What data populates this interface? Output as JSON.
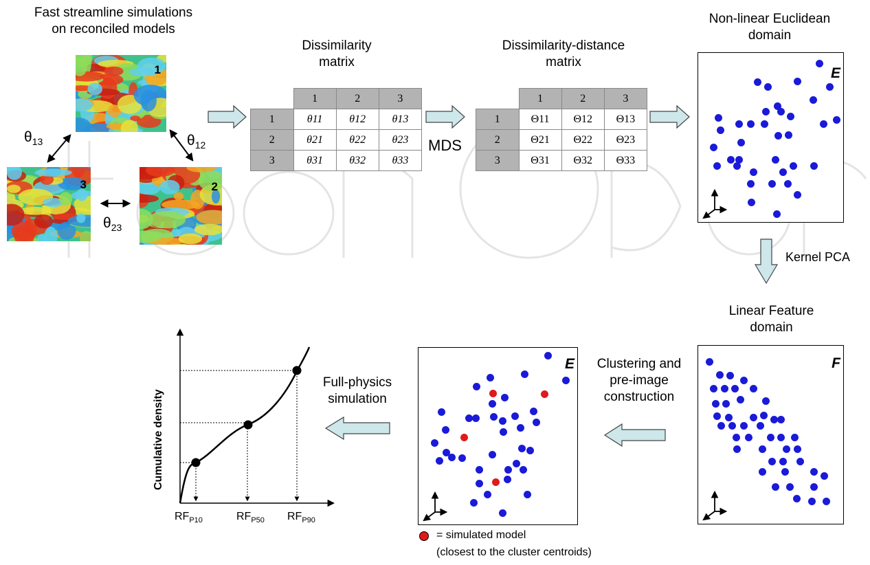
{
  "colors": {
    "dot_blue": "#1a1ad8",
    "dot_red": "#e01a1a",
    "arrow_fill": "#cde7ea",
    "arrow_stroke": "#444"
  },
  "title_sim": [
    "Fast streamline simulations",
    "on reconciled models"
  ],
  "maps": [
    {
      "num": "1"
    },
    {
      "num": "2"
    },
    {
      "num": "3"
    }
  ],
  "theta_labels": {
    "t13": "θ",
    "t13_sub": "13",
    "t12": "θ",
    "t12_sub": "12",
    "t23": "θ",
    "t23_sub": "23"
  },
  "dissimilarity": {
    "title": [
      "Dissimilarity",
      "matrix"
    ],
    "col_headers": [
      "1",
      "2",
      "3"
    ],
    "row_headers": [
      "1",
      "2",
      "3"
    ],
    "cells": [
      [
        "θ11",
        "θ12",
        "θ13"
      ],
      [
        "θ21",
        "θ22",
        "θ23"
      ],
      [
        "θ31",
        "θ32",
        "θ33"
      ]
    ]
  },
  "mds_label": "MDS",
  "distance": {
    "title": [
      "Dissimilarity-distance",
      "matrix"
    ],
    "col_headers": [
      "1",
      "2",
      "3"
    ],
    "row_headers": [
      "1",
      "2",
      "3"
    ],
    "cells": [
      [
        "Θ11",
        "Θ12",
        "Θ13"
      ],
      [
        "Θ21",
        "Θ22",
        "Θ23"
      ],
      [
        "Θ31",
        "Θ32",
        "Θ33"
      ]
    ]
  },
  "euclidean": {
    "title": [
      "Non-linear Euclidean",
      "domain"
    ],
    "corner": "E"
  },
  "kernel_pca": "Kernel PCA",
  "feature": {
    "title": [
      "Linear Feature",
      "domain"
    ],
    "corner": "F"
  },
  "clustering": [
    "Clustering and",
    "pre-image",
    "construction"
  ],
  "clustered": {
    "corner": "E"
  },
  "full_physics": [
    "Full-physics",
    "simulation"
  ],
  "legend": {
    "line1": "= simulated model",
    "line2": "(closest to the cluster centroids)"
  },
  "cdf": {
    "ylabel": "Cumulative density",
    "xlabels": [
      {
        "main": "RF",
        "sub": "P10"
      },
      {
        "main": "RF",
        "sub": "P50"
      },
      {
        "main": "RF",
        "sub": "P90"
      }
    ]
  }
}
